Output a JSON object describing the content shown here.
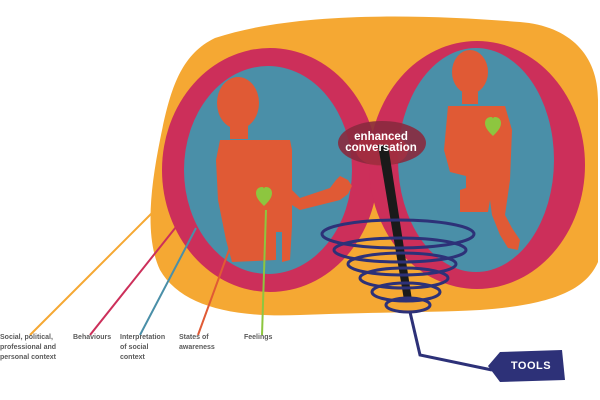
{
  "diagram": {
    "center_label": "enhanced\nconversation",
    "tools_label": "TOOLS",
    "labels": {
      "context": "Social, political,\nprofessional and\npersonal context",
      "behaviours": "Behaviours",
      "interpretation": "Interpretation\nof social\ncontext",
      "states": "States of\nawareness",
      "feelings": "Feelings"
    }
  },
  "colors": {
    "context": "#f5a833",
    "behaviours": "#cc2f5a",
    "interpretation": "#4a8fa8",
    "states": "#e05a35",
    "feelings": "#8dc63f",
    "tools": "#2d3178",
    "text": "#5a5a5a"
  }
}
